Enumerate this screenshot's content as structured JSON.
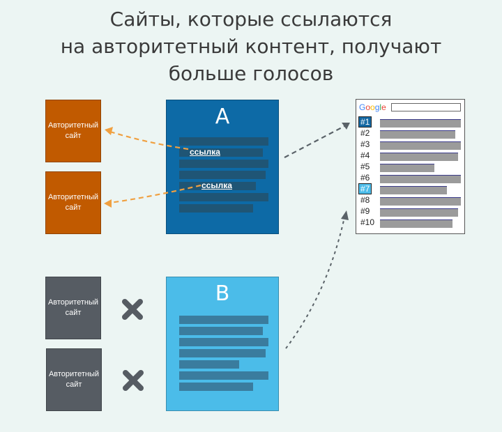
{
  "title": {
    "line1": "Сайты, которые ссылаются",
    "line2": "на авторитетный контент, получают",
    "line3": "больше голосов"
  },
  "authority_sites": [
    {
      "label": "Авторитетный сайт",
      "style": "orange"
    },
    {
      "label": "Авторитетный сайт",
      "style": "orange"
    },
    {
      "label": "Авторитетный сайт",
      "style": "gray"
    },
    {
      "label": "Авторитетный сайт",
      "style": "gray"
    }
  ],
  "docs": {
    "a": {
      "letter": "A",
      "link1": "ссылка",
      "link2": "ссылка"
    },
    "b": {
      "letter": "B"
    }
  },
  "serp": {
    "logo": "Google",
    "ranks": [
      "#1",
      "#2",
      "#3",
      "#4",
      "#5",
      "#6",
      "#7",
      "#8",
      "#9",
      "#10"
    ]
  },
  "colors": {
    "orange": "#c15a00",
    "gray": "#565c63",
    "doc_a": "#0d6aa6",
    "doc_b": "#4bbce9",
    "arrow_orange": "#f0a040",
    "arrow_gray": "#5a6268"
  }
}
